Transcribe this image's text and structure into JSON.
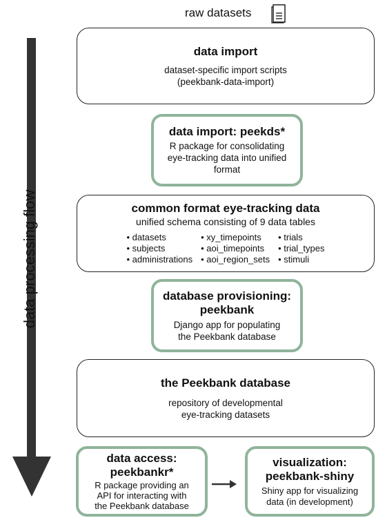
{
  "raw_label": "raw datasets",
  "doc_icon": "document-icon",
  "flow_label": "data processing flow",
  "colors": {
    "accent_border": "#8fb49a",
    "border": "#222222",
    "arrow": "#333333"
  },
  "import_box": {
    "title": "data import",
    "lines": [
      "dataset-specific import scripts",
      "(peekbank-data-import)"
    ]
  },
  "peekds_box": {
    "title": "data import: peekds*",
    "lines": [
      "R package for consolidating",
      "eye-tracking data into unified",
      "format"
    ]
  },
  "format_box": {
    "title": "common format eye-tracking data",
    "subtitle": "unified schema consisting of 9 data tables",
    "columns": [
      [
        "datasets",
        "subjects",
        "administrations"
      ],
      [
        "xy_timepoints",
        "aoi_timepoints",
        "aoi_region_sets"
      ],
      [
        "trials",
        "trial_types",
        "stimuli"
      ]
    ]
  },
  "provision_box": {
    "title_lines": [
      "database provisioning:",
      "peekbank"
    ],
    "lines": [
      "Django app for populating",
      "the Peekbank database"
    ]
  },
  "database_box": {
    "title": "the Peekbank database",
    "lines": [
      "repository of developmental",
      "eye-tracking datasets"
    ]
  },
  "access_box": {
    "title_lines": [
      "data access:",
      "peekbankr*"
    ],
    "lines": [
      "R package providing an",
      "API for interacting with",
      "the Peekbank database"
    ]
  },
  "viz_box": {
    "title_lines": [
      "visualization:",
      "peekbank-shiny"
    ],
    "lines": [
      "Shiny app for visualizing",
      "data (in development)"
    ]
  }
}
